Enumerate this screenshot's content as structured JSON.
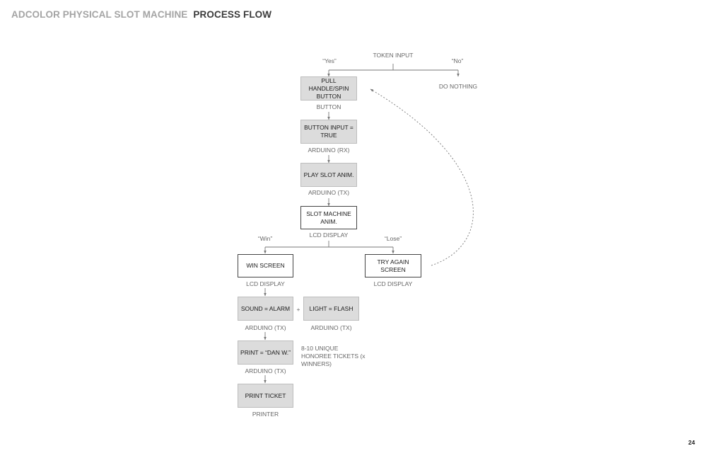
{
  "header": {
    "title": "ADCOLOR PHYSICAL SLOT MACHINE",
    "subtitle": "PROCESS FLOW"
  },
  "page_number": "24",
  "flow": {
    "token_input": "TOKEN INPUT",
    "yes": "“Yes”",
    "no": "“No”",
    "do_nothing": "DO NOTHING",
    "pull_handle": "PULL HANDLE/SPIN BUTTON",
    "pull_handle_caption": "BUTTON",
    "button_input": "BUTTON INPUT = TRUE",
    "button_input_caption": "ARDUINO (RX)",
    "play_slot": "PLAY SLOT ANIM.",
    "play_slot_caption": "ARDUINO (TX)",
    "slot_anim": "SLOT MACHINE ANIM.",
    "slot_anim_caption": "LCD DISPLAY",
    "win": "“Win”",
    "lose": "“Lose”",
    "win_screen": "WIN SCREEN",
    "win_screen_caption": "LCD DISPLAY",
    "try_again": "TRY AGAIN SCREEN",
    "try_again_caption": "LCD DISPLAY",
    "sound": "SOUND = ALARM",
    "sound_caption": "ARDUINO (TX)",
    "plus": "+",
    "light": "LIGHT = FLASH",
    "light_caption": "ARDUINO (TX)",
    "print_name": "PRINT = “DAN W.”",
    "print_name_caption": "ARDUINO (TX)",
    "honoree_note": "8-10 UNIQUE HONOREE TICKETS (x WINNERS)",
    "print_ticket": "PRINT TICKET",
    "print_ticket_caption": "PRINTER"
  }
}
